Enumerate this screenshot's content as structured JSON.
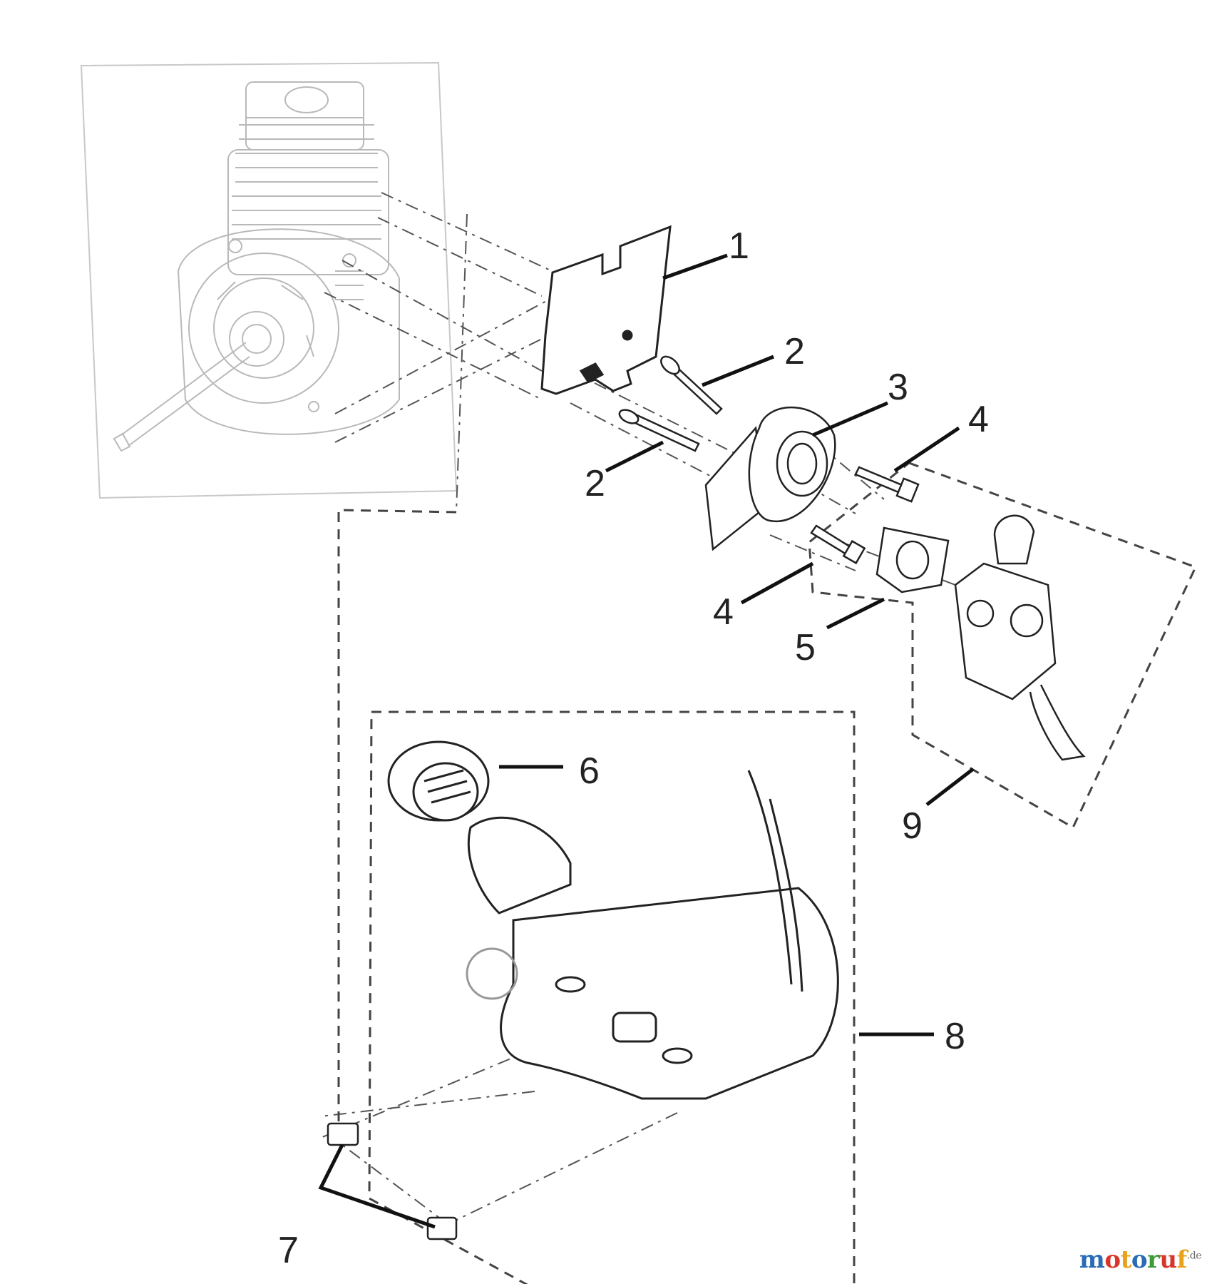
{
  "callouts": {
    "c1": "1",
    "c2a": "2",
    "c2b": "2",
    "c3": "3",
    "c4a": "4",
    "c4b": "4",
    "c5": "5",
    "c6": "6",
    "c7": "7",
    "c8": "8",
    "c9": "9"
  },
  "watermark": {
    "letters": [
      "m",
      "o",
      "t",
      "o",
      "r",
      "u",
      "f"
    ],
    "colors": [
      "#2a6db5",
      "#d8362b",
      "#e8a21b",
      "#2a6db5",
      "#3f9a3a",
      "#d8362b",
      "#e8a21b"
    ],
    "suffix": ".de"
  }
}
